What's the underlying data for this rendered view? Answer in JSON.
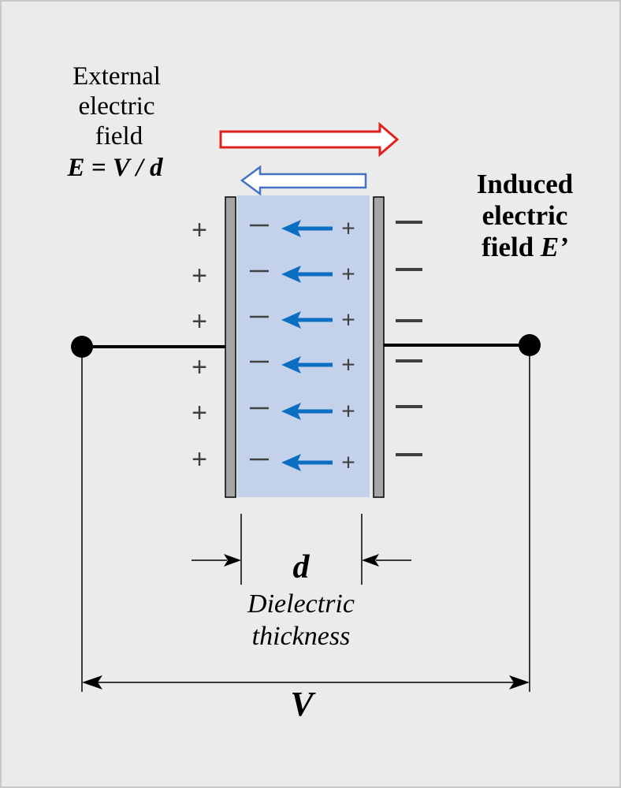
{
  "colors": {
    "background": "#ebebeb",
    "border": "#c8c8c8",
    "dielectric": "#c3d2ea",
    "plate": "#a6a6a6",
    "external_arrow": "#e0201c",
    "induced_arrow": "#4472c4",
    "dipole_arrow": "#0c6ec0",
    "charge_sign": "#404040",
    "line": "#000000"
  },
  "labels": {
    "external_field": [
      "External",
      "electric",
      "field"
    ],
    "external_formula": "E = V / d",
    "induced_field": [
      "Induced",
      "electric"
    ],
    "induced_field_prefix": "field ",
    "induced_field_symbol": "E’",
    "thickness_symbol": "d",
    "thickness_caption": [
      "Dielectric",
      "thickness"
    ],
    "voltage_symbol": "V"
  },
  "charges": {
    "positive_sign": "+",
    "negative_sign": "−",
    "rows": 6
  },
  "icons": {
    "external_field_arrow": "hollow-arrow-right",
    "induced_field_arrow": "hollow-arrow-left",
    "dipole_arrow": "solid-arrow-left",
    "terminal": "filled-circle"
  }
}
